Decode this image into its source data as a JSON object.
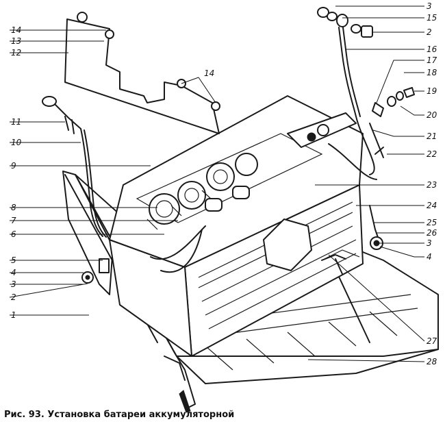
{
  "caption": "Рис. 93. Установка батареи аккумуляторной",
  "callouts_left": [
    "14",
    "13",
    "12",
    "11",
    "10",
    "9",
    "8",
    "7",
    "6",
    "5",
    "4",
    "3",
    "2",
    "1"
  ],
  "callouts_top": [
    "14"
  ],
  "callouts_right": [
    "3",
    "15",
    "2",
    "16",
    "17",
    "18",
    "19",
    "20",
    "21",
    "22",
    "23",
    "24",
    "25",
    "26",
    "3",
    "4",
    "27",
    "28"
  ]
}
